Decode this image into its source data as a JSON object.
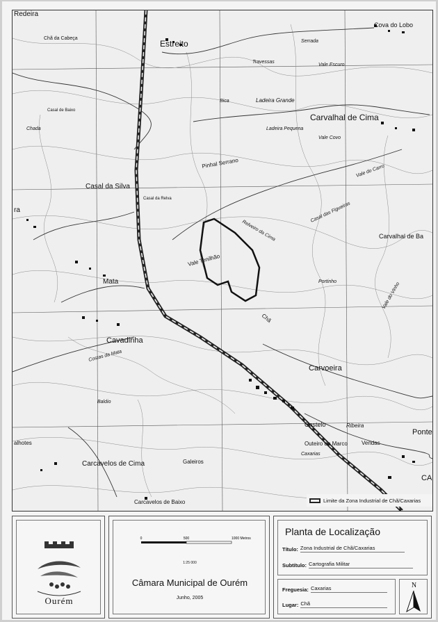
{
  "map": {
    "place_names": [
      "Cova do Lobo",
      "Estreito",
      "Serrada",
      "Chã da Cabeça",
      "Vale Escuro",
      "Travessas",
      "Ladeira Grande",
      "Carvalhal de Cima",
      "Bica",
      "Ladeira Pequena",
      "Vale Covo",
      "Vale do Carro",
      "Pinhal Serrano",
      "Casal da Silva",
      "Casal das Figueiras",
      "Relveiro da Cima",
      "Carvalhal de Ba",
      "Vale Tenilhão",
      "Mata",
      "Portinho",
      "Vale do Vinho",
      "Chã",
      "Cavadinha",
      "Carvoeira",
      "Costas da Mata",
      "Baldio",
      "Castelo",
      "Ribeira",
      "Ponte",
      "Outeiro do Marco",
      "Vendas",
      "Carcavelos de Cima",
      "Carcavelos de Baixo",
      "Galeiros",
      "Caxarias",
      "Redeira",
      "alhotes",
      "Chada",
      "Casal da Relva",
      "Casal de Baixo",
      "CA",
      "ra"
    ],
    "legend_label": "Limite da Zona Industrial de Chã/Caxarias",
    "industrial_zone_color": "#111111"
  },
  "footer": {
    "logo_text": "Ourém",
    "scale_bar": {
      "ticks": [
        "0",
        "500",
        "1000 Metros"
      ]
    },
    "scale_ratio": "1:25 000",
    "organization": "Câmara Municipal de Ourém",
    "date": "Junho, 2005",
    "plan_title": "Planta de Localização",
    "titulo_label": "Título:",
    "titulo_value": "Zona Industrial de Chã/Caxarias",
    "subtitulo_label": "Subtítulo:",
    "subtitulo_value": "Cartografia Militar",
    "freguesia_label": "Freguesia:",
    "freguesia_value": "Caxarias",
    "lugar_label": "Lugar:",
    "lugar_value": "Chã",
    "north_label": "N"
  }
}
